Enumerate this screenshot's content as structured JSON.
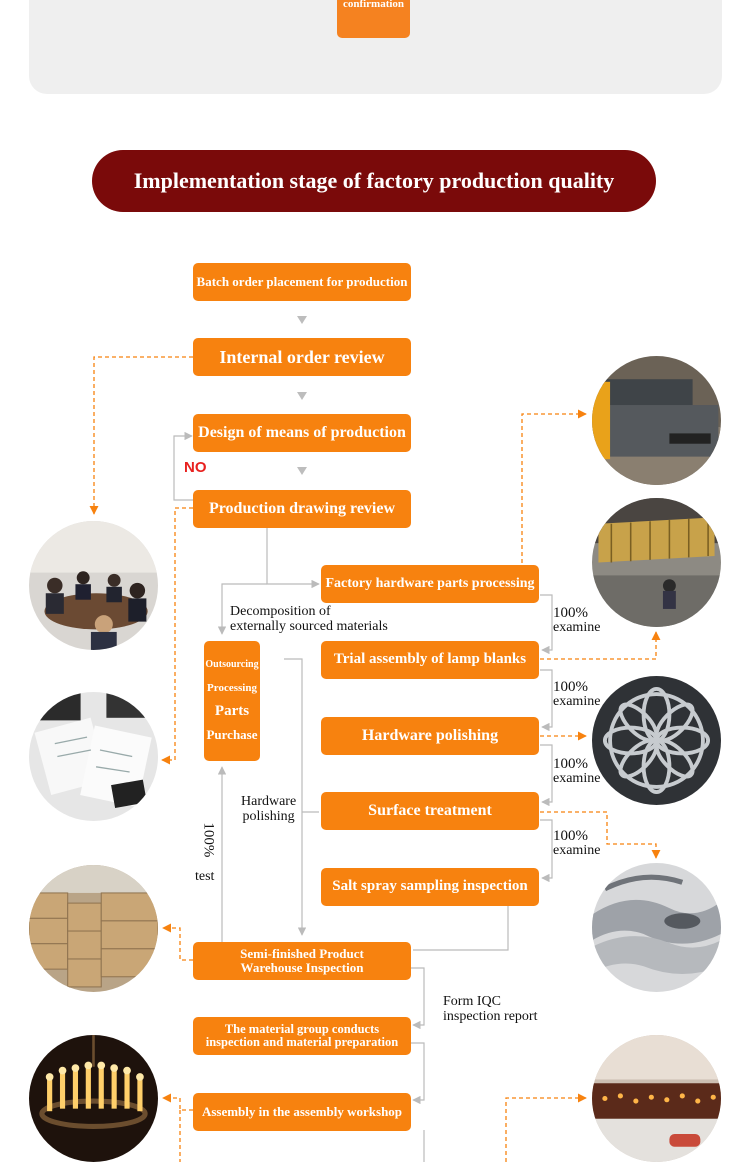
{
  "top_panel": {
    "box_label": "confirmation"
  },
  "banner": {
    "title": "Implementation stage of factory production quality"
  },
  "flow": {
    "batch_order": "Batch order placement for production",
    "internal_review": "Internal order review",
    "design_means": "Design of means of production",
    "drawing_review": "Production drawing review",
    "hardware_processing": "Factory hardware parts processing",
    "trial_assembly": "Trial assembly of lamp blanks",
    "hardware_polishing": "Hardware polishing",
    "surface_treatment": "Surface treatment",
    "salt_spray": "Salt spray sampling inspection",
    "semi_finished_1": "Semi-finished Product",
    "semi_finished_2": "Warehouse Inspection",
    "material_group_1": "The material group conducts",
    "material_group_2": "inspection and material preparation",
    "assembly_workshop": "Assembly in the assembly workshop",
    "outsourcing": "Outsourcing",
    "processing": "Processing",
    "parts": "Parts",
    "purchase": "Purchase"
  },
  "labels": {
    "no": "NO",
    "decomposition_1": "Decomposition of",
    "decomposition_2": "externally sourced materials",
    "hardware_polishing_1": "Hardware",
    "hardware_polishing_2": "polishing",
    "test_pct": "100%",
    "test_word": "test",
    "examine_pct": "100%",
    "examine_word": "examine",
    "iqc_1": "Form IQC",
    "iqc_2": "inspection report"
  },
  "photos": {
    "left": [
      "meeting-photo",
      "drawings-photo",
      "warehouse-boxes-photo",
      "chandelier-photo"
    ],
    "right": [
      "laser-cutter-photo",
      "workshop-photo",
      "metal-pattern-photo",
      "polished-parts-photo",
      "assembly-line-photo"
    ]
  },
  "colors": {
    "orange": "#f7820f",
    "banner": "#7a0a0a",
    "no": "#e8211f",
    "panel": "#efefef"
  }
}
